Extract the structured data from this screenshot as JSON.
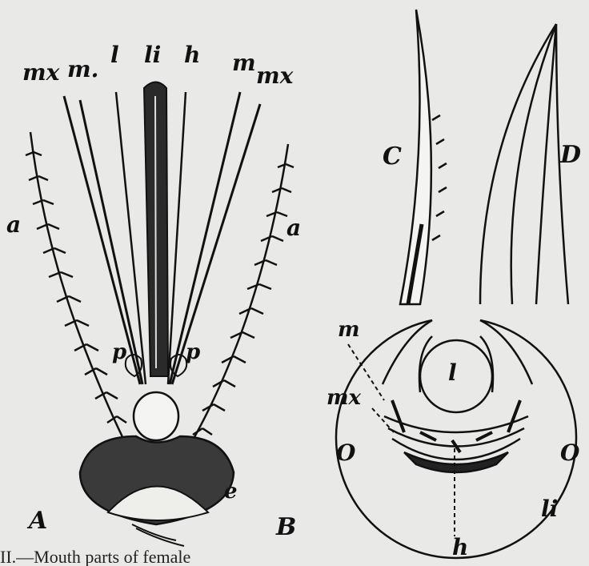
{
  "figure": {
    "panels": [
      "A",
      "B",
      "C",
      "D"
    ],
    "labels": {
      "mx_left": "mx",
      "m_left": "m.",
      "l_top": "l",
      "li_top": "li",
      "h_top": "h",
      "m_right": "m",
      "mx_right": "mx",
      "a_left": "a",
      "a_right": "a",
      "p_left": "p",
      "p_right": "p",
      "e": "e",
      "m_section": "m",
      "mx_section": "mx",
      "l_section": "l",
      "o_left": "O",
      "o_right": "O",
      "h_section": "h",
      "li_section": "li"
    },
    "caption_fragment": "II.—Mouth parts of female"
  },
  "colors": {
    "background": "#e9e9e7",
    "ink": "#111111"
  }
}
